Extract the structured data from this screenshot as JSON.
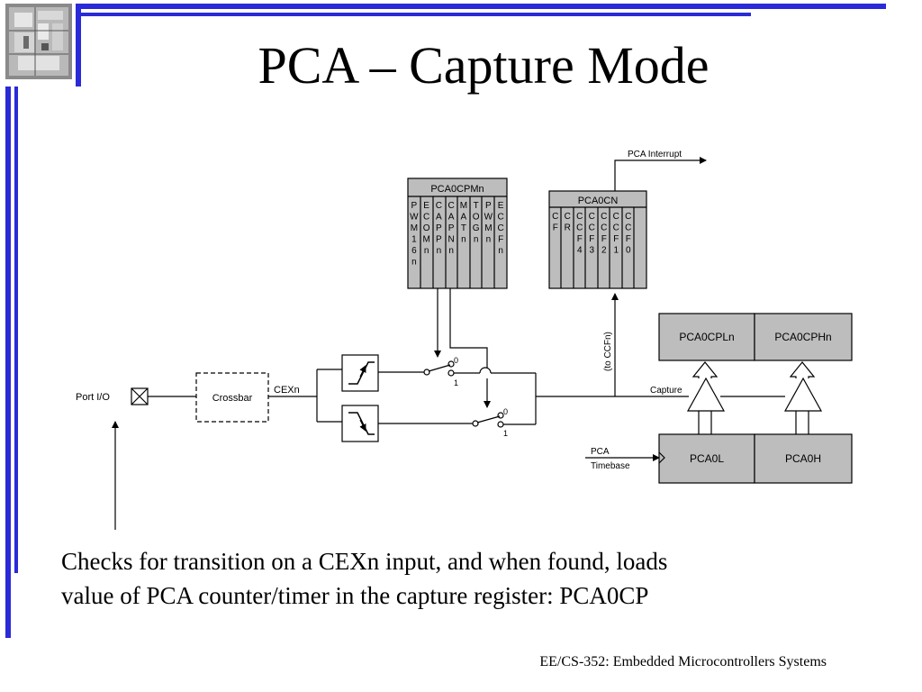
{
  "slide": {
    "title": "PCA – Capture Mode",
    "caption_line1": "Checks for transition on a CEXn input, and when found, loads",
    "caption_line2": "value of PCA counter/timer in the capture register: PCA0CP",
    "footer": "EE/CS-352: Embedded Microcontrollers Systems"
  },
  "diagram": {
    "port_io": "Port I/O",
    "crossbar": "Crossbar",
    "cexn": "CEXn",
    "pca0cpmn": {
      "title": "PCA0CPMn",
      "bits": [
        "PWM16n",
        "ECOMn",
        "CAPPn",
        "CAPNn",
        "MATn",
        "TOGn",
        "PWMn",
        "ECCFn"
      ]
    },
    "pca0cn": {
      "title": "PCA0CN",
      "bits": [
        "CF",
        "CR",
        "CCF4",
        "CCF3",
        "CCF2",
        "CCF1",
        "CCF0"
      ]
    },
    "pca_interrupt": "PCA Interrupt",
    "to_ccfn": "(to CCFn)",
    "capture": "Capture",
    "pca_timebase_1": "PCA",
    "pca_timebase_2": "Timebase",
    "switch_0": "0",
    "switch_1": "1",
    "pca0cpln": "PCA0CPLn",
    "pca0cphn": "PCA0CPHn",
    "pca0l": "PCA0L",
    "pca0h": "PCA0H"
  }
}
